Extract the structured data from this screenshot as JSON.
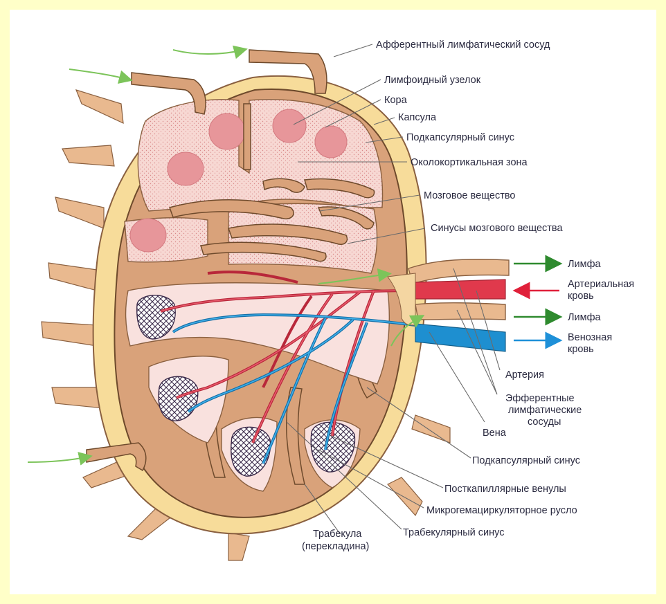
{
  "labels": {
    "afferent_vessel": "Афферентный лимфатический сосуд",
    "lymphoid_nodule": "Лимфоидный узелок",
    "cortex": "Кора",
    "capsule": "Капсула",
    "subcapsular_sinus_top": "Подкапсулярный синус",
    "paracortex": "Околокортикальная зона",
    "medulla": "Мозговое вещество",
    "medullary_sinuses": "Синусы мозгового вещества",
    "lymph_out_1": "Лимфа",
    "arterial_blood_1": "Артериальная",
    "arterial_blood_2": "кровь",
    "lymph_out_2": "Лимфа",
    "venous_blood_1": "Венозная",
    "venous_blood_2": "кровь",
    "artery": "Артерия",
    "efferent_1": "Эфферентные",
    "efferent_2": "лимфатические",
    "efferent_3": "сосуды",
    "vein": "Вена",
    "subcapsular_sinus_bottom": "Подкапсулярный синус",
    "postcapillary_venules": "Посткапиллярные венулы",
    "microcirculation": "Микрогемациркуляторное русло",
    "trabecula_1": "Трабекула",
    "trabecula_2": "(перекладина)",
    "trabecular_sinus": "Трабекулярный синус"
  },
  "colors": {
    "background": "#ffffc8",
    "capsule": "#f7dc9a",
    "tissue": "#d9a27a",
    "tissue_outline": "#6e4a2c",
    "cortex_fill": "#f6d4cf",
    "nodule": "#e7969a",
    "artery": "#d23a4e",
    "vein": "#1f8fd0",
    "lymph_arrow": "#2e8a2e",
    "arterial_arrow": "#e0203a",
    "venous_arrow": "#1e90d8"
  }
}
